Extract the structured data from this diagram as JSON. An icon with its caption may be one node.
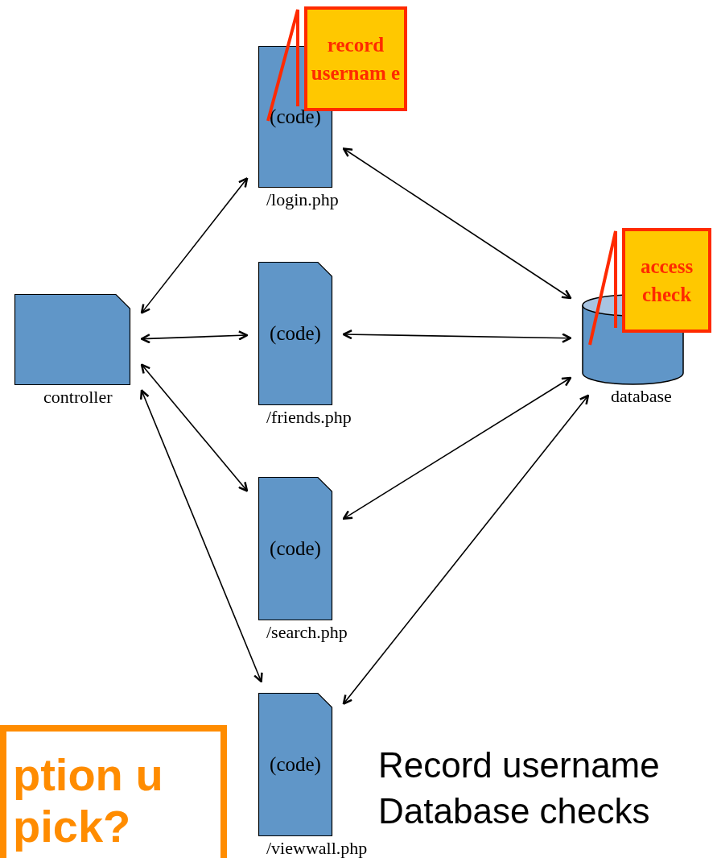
{
  "diagram": {
    "nodes": [
      {
        "text": [],
        "shape": "box",
        "beside": [
          "controller"
        ]
      },
      {
        "text": [
          "(code)"
        ],
        "beside": [
          "/login.php"
        ]
      },
      {
        "text": [
          "(code)"
        ],
        "beside": [
          "/friends.php"
        ]
      },
      {
        "text": [
          "(code)"
        ],
        "beside": [
          "/search.php"
        ]
      },
      {
        "text": [
          "(code)"
        ],
        "beside": [
          "/viewwall.php"
        ]
      },
      {
        "text": [],
        "shape": "cylinder",
        "beside": [
          "database"
        ]
      },
      {
        "text": [
          "record usernam e"
        ]
      },
      {
        "text": [
          "access check"
        ]
      },
      {
        "text": [
          "ption u pick?"
        ]
      }
    ],
    "edges": [
      {
        "from": 0,
        "to": 1,
        "arrow": "both"
      },
      {
        "from": 0,
        "to": 2,
        "arrow": "both"
      },
      {
        "from": 0,
        "to": 3,
        "arrow": "both"
      },
      {
        "from": 0,
        "to": 4,
        "arrow": "both"
      },
      {
        "from": 1,
        "to": 5,
        "arrow": "both"
      },
      {
        "from": 2,
        "to": 5,
        "arrow": "both"
      },
      {
        "from": 3,
        "to": 5,
        "arrow": "both"
      },
      {
        "from": 4,
        "to": 5,
        "arrow": "both"
      },
      {
        "from": 6,
        "to": 1,
        "arrow": "none",
        "style": "thick",
        "color": "#ff2a00"
      },
      {
        "from": 7,
        "to": 5,
        "arrow": "none",
        "style": "thick",
        "color": "#ff2a00"
      }
    ],
    "labels": [
      "Record username",
      "Database checks"
    ]
  }
}
